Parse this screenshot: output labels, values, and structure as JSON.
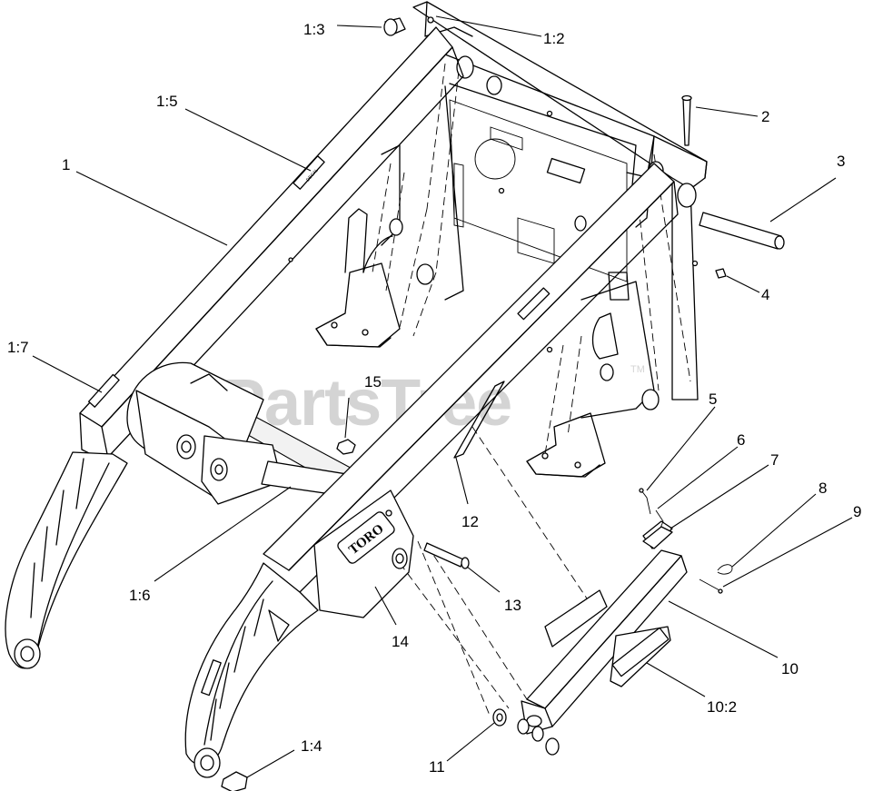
{
  "watermark": {
    "text": "PartsTree",
    "tm": "TM"
  },
  "brand_plate": "TORO",
  "callouts": {
    "c1_3": "1:3",
    "c1_2": "1:2",
    "c2": "2",
    "c1_5": "1:5",
    "c3": "3",
    "c1": "1",
    "c4": "4",
    "c1_7": "1:7",
    "c15": "15",
    "c5": "5",
    "c6": "6",
    "c7": "7",
    "c8": "8",
    "c9": "9",
    "c12": "12",
    "c1_6": "1:6",
    "c13": "13",
    "c14": "14",
    "c10": "10",
    "c10_2": "10:2",
    "c1_4": "1:4",
    "c11": "11"
  }
}
